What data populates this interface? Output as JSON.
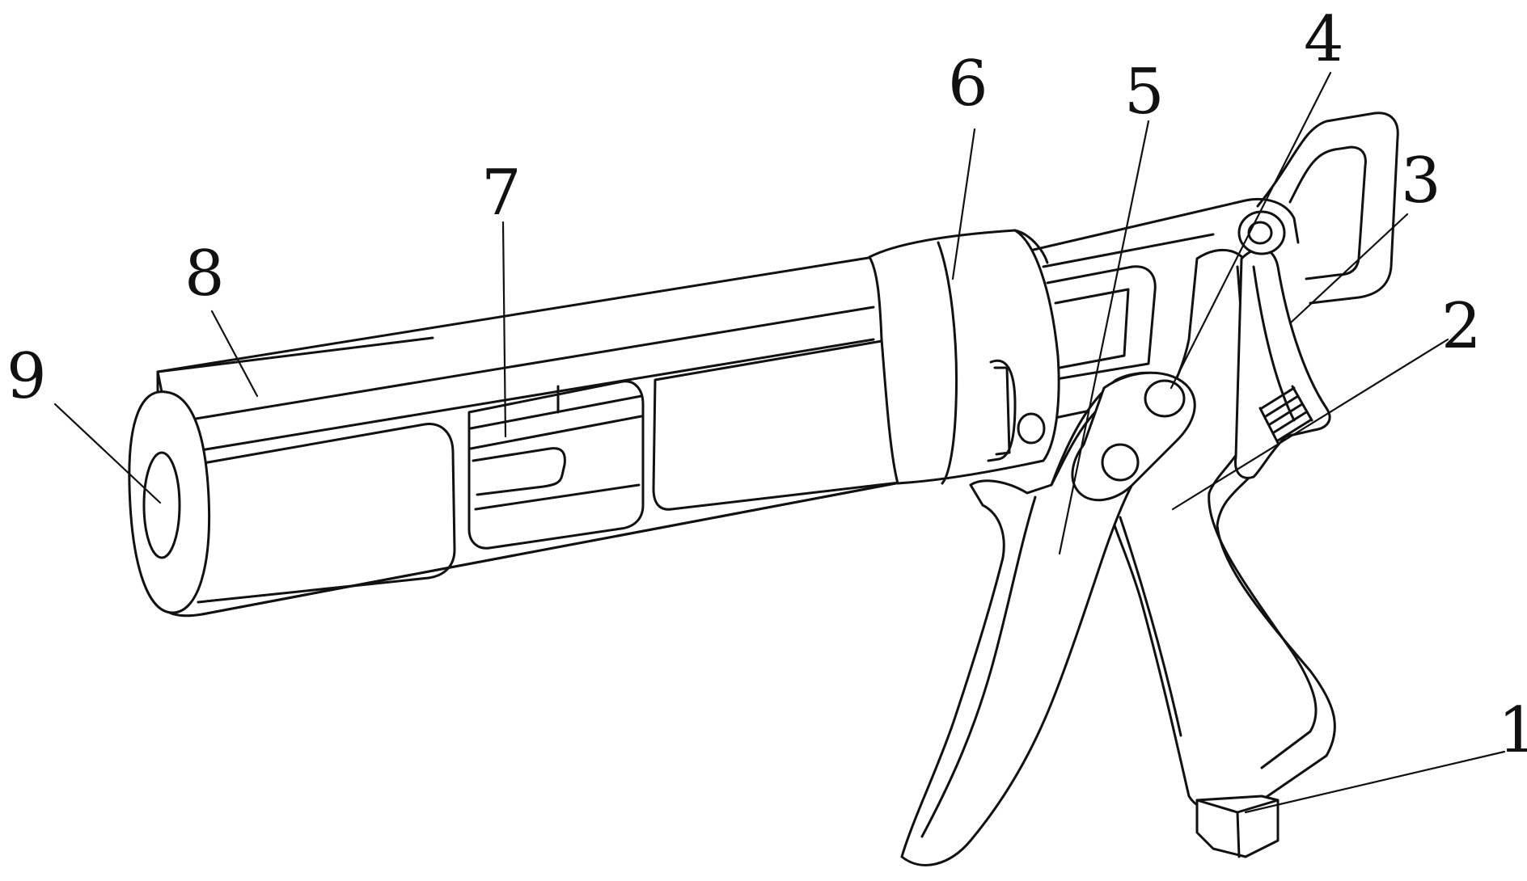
{
  "figure": {
    "callouts": [
      {
        "id": "1",
        "label": "1"
      },
      {
        "id": "2",
        "label": "2"
      },
      {
        "id": "3",
        "label": "3"
      },
      {
        "id": "4",
        "label": "4"
      },
      {
        "id": "5",
        "label": "5"
      },
      {
        "id": "6",
        "label": "6"
      },
      {
        "id": "7",
        "label": "7"
      },
      {
        "id": "8",
        "label": "8"
      },
      {
        "id": "9",
        "label": "9"
      }
    ],
    "colors": {
      "line": "#111111",
      "background": "#ffffff"
    }
  }
}
